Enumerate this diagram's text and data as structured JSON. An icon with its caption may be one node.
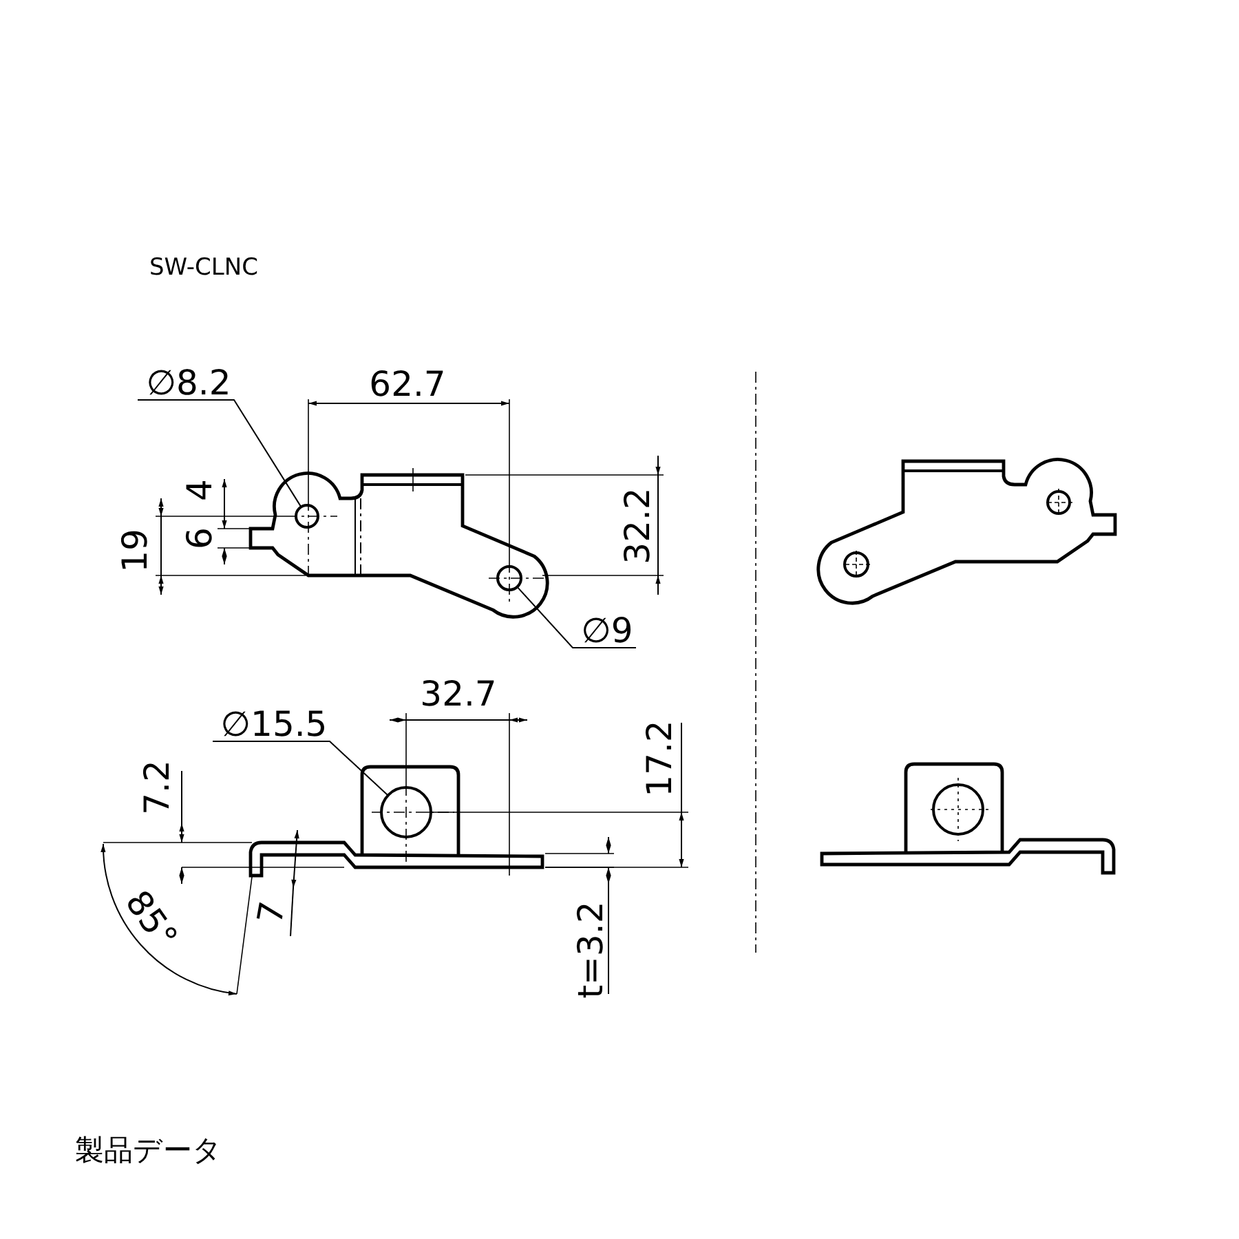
{
  "diagram": {
    "title": "SW-CLNC",
    "caption": "製品データ",
    "nodes": [
      {
        "text": [
          "∅8.2"
        ]
      },
      {
        "text": [],
        "shape": "circle"
      },
      {
        "text": [
          "∅9"
        ]
      },
      {
        "text": [],
        "shape": "circle"
      },
      {
        "text": [
          "∅15.5"
        ]
      },
      {
        "text": [],
        "shape": "circle"
      }
    ],
    "edges": [
      {
        "from": 0,
        "to": 1,
        "arrow": "none"
      },
      {
        "from": 2,
        "to": 3,
        "arrow": "none"
      },
      {
        "from": 4,
        "to": 5,
        "arrow": "none"
      }
    ],
    "labels": [
      "62.7",
      "4",
      "19",
      "6",
      "32.2",
      "32.7",
      "7.2",
      "17.2",
      "85°",
      "7",
      "t=3.2"
    ]
  }
}
